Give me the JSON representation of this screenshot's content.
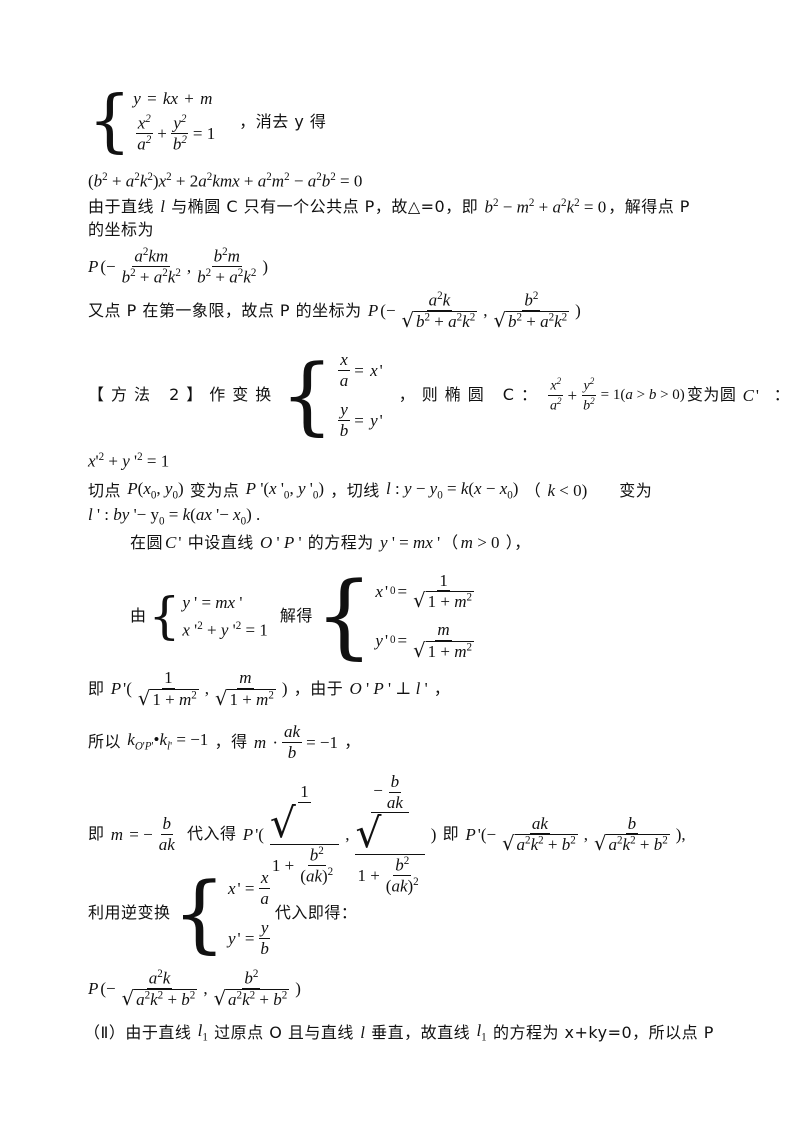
{
  "lines": {
    "l1_tail": "，消去 y 得",
    "l3_text_a": "由于直线",
    "l3_text_b": "与椭圆 C 只有一个公共点 P，故△=0，即",
    "l3_text_c": "，解得点 P",
    "l4_text": "的坐标为",
    "l6_text": "又点 P 在第一象限，故点 P 的坐标为",
    "l7_head": "【方法 2】作变换",
    "l7_mid": "，则椭圆 C：",
    "l7_tail": "变为圆",
    "l7_colon": "：",
    "l9_a": "切点",
    "l9_b": "变为点",
    "l9_c": "，切线",
    "l9_d": "（",
    "l9_e": "）",
    "l9_f": "变为",
    "l11_a": "在圆",
    "l11_b": "中设直线",
    "l11_c": "的方程为",
    "l11_d": "（",
    "l11_e": "），",
    "l12_a": "由",
    "l12_b": "解得",
    "l13_a": "即",
    "l13_b": "，由于",
    "l13_c": "，",
    "l14_a": "所以",
    "l14_b": "，得",
    "l14_c": "，",
    "l15_a": "即",
    "l15_b": "代入得",
    "l15_c": "即",
    "l16_a": "利用逆变换",
    "l16_b": "代入即得：",
    "l18_text": "（Ⅱ）由于直线",
    "l18_b": "过原点 O 且与直线",
    "l18_c": "垂直，故直线",
    "l18_d": "的方程为 x+ky=0，所以点 P"
  }
}
